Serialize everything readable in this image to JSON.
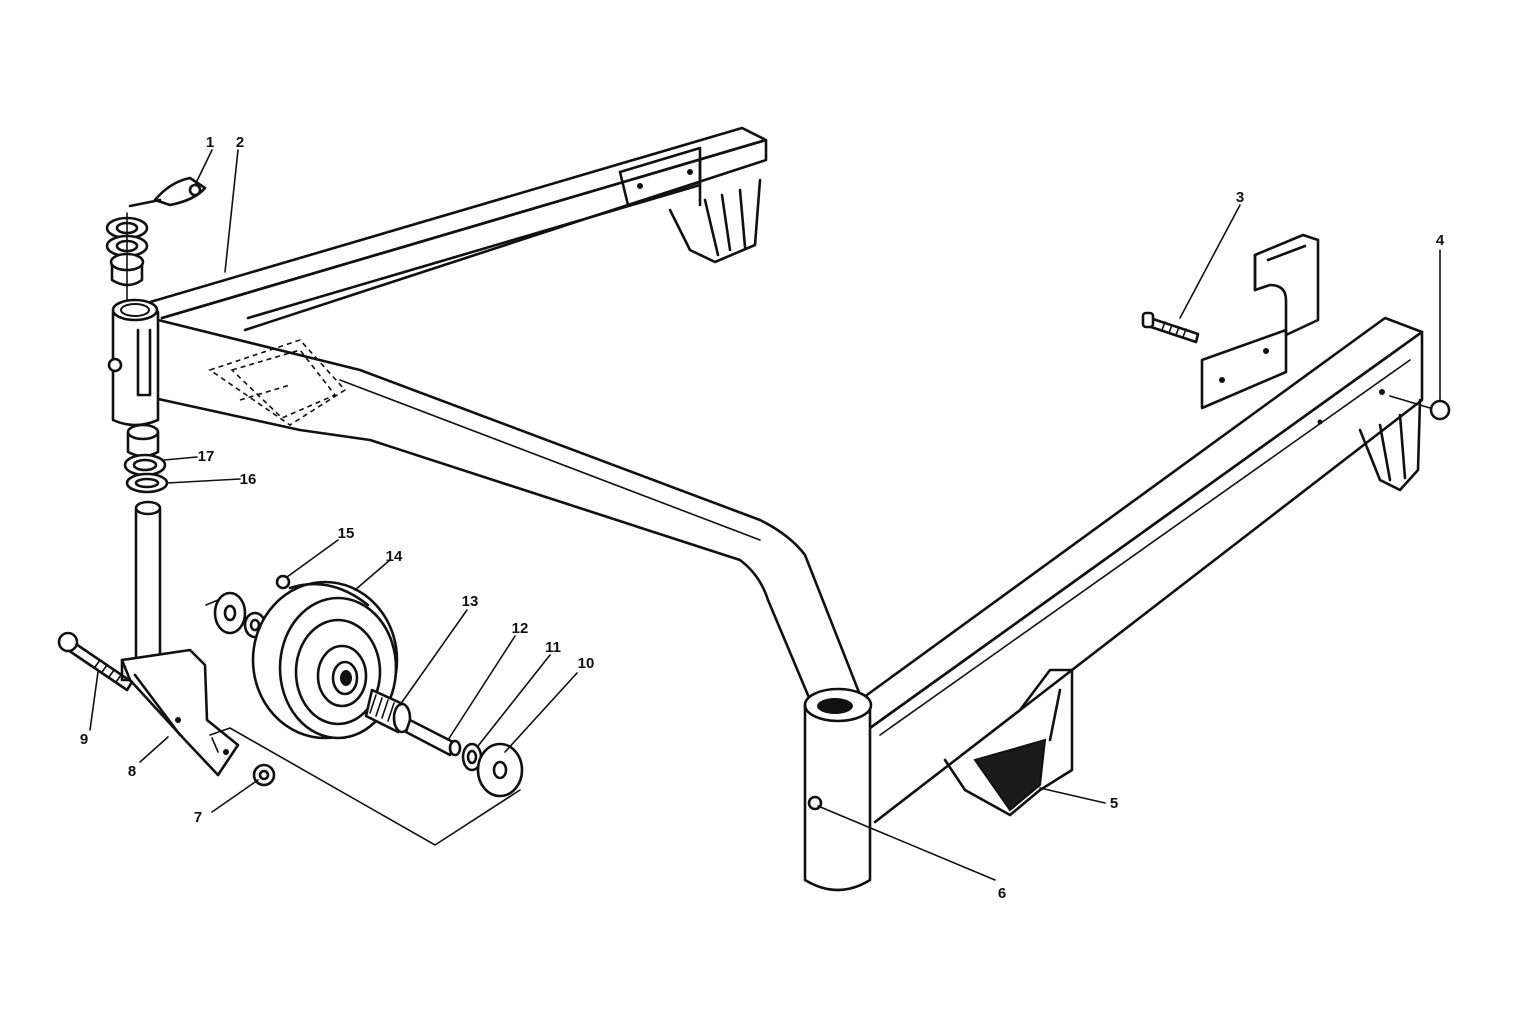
{
  "diagram": {
    "callouts": [
      {
        "id": "1",
        "text": "1"
      },
      {
        "id": "2",
        "text": "2"
      },
      {
        "id": "3",
        "text": "3"
      },
      {
        "id": "4",
        "text": "4"
      },
      {
        "id": "5",
        "text": "5"
      },
      {
        "id": "6",
        "text": "6"
      },
      {
        "id": "7",
        "text": "7"
      },
      {
        "id": "8",
        "text": "8"
      },
      {
        "id": "9",
        "text": "9"
      },
      {
        "id": "10",
        "text": "10"
      },
      {
        "id": "11",
        "text": "11"
      },
      {
        "id": "12",
        "text": "12"
      },
      {
        "id": "13",
        "text": "13"
      },
      {
        "id": "14",
        "text": "14"
      },
      {
        "id": "15",
        "text": "15"
      },
      {
        "id": "16",
        "text": "16"
      },
      {
        "id": "17",
        "text": "17"
      }
    ],
    "colors": {
      "ink": "#111111",
      "background": "#ffffff"
    }
  }
}
